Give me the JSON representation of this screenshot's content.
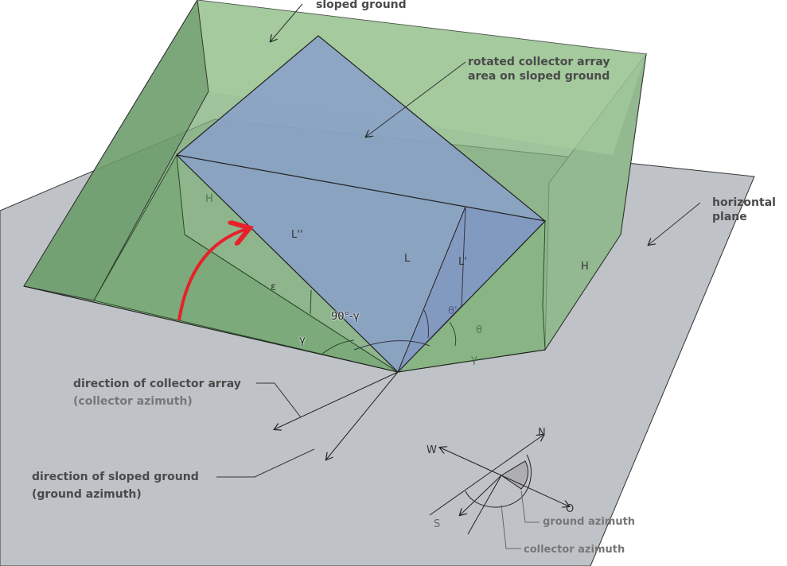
{
  "labels": {
    "sloped_ground": "sloped ground",
    "rotated_array_1": "rotated collector array",
    "rotated_array_2": "area on sloped ground",
    "horizontal_1": "horizontal",
    "horizontal_2": "plane",
    "dir_collector_1": "direction of collector array",
    "dir_collector_2": "(collector azimuth)",
    "dir_ground_1": "direction of sloped ground",
    "dir_ground_2": "(ground azimuth)",
    "ground_azimuth": "ground azimuth",
    "collector_azimuth": "collector azimuth"
  },
  "symbols": {
    "H_left": "H",
    "H_right": "H",
    "L2": "L''",
    "L": "L",
    "L1": "L'",
    "epsilon": "ε",
    "ninety_minus_gamma": "90°-γ",
    "gamma_left": "γ",
    "gamma_right": "γ",
    "theta": "θ",
    "theta1": "θ'"
  },
  "compass": {
    "N": "N",
    "W": "W",
    "S": "S",
    "O": "O"
  },
  "colors": {
    "ground": "#7fb07a",
    "plane": "#bfc3c7",
    "array": "#8aa0c8",
    "arrow": "#e8202a"
  }
}
